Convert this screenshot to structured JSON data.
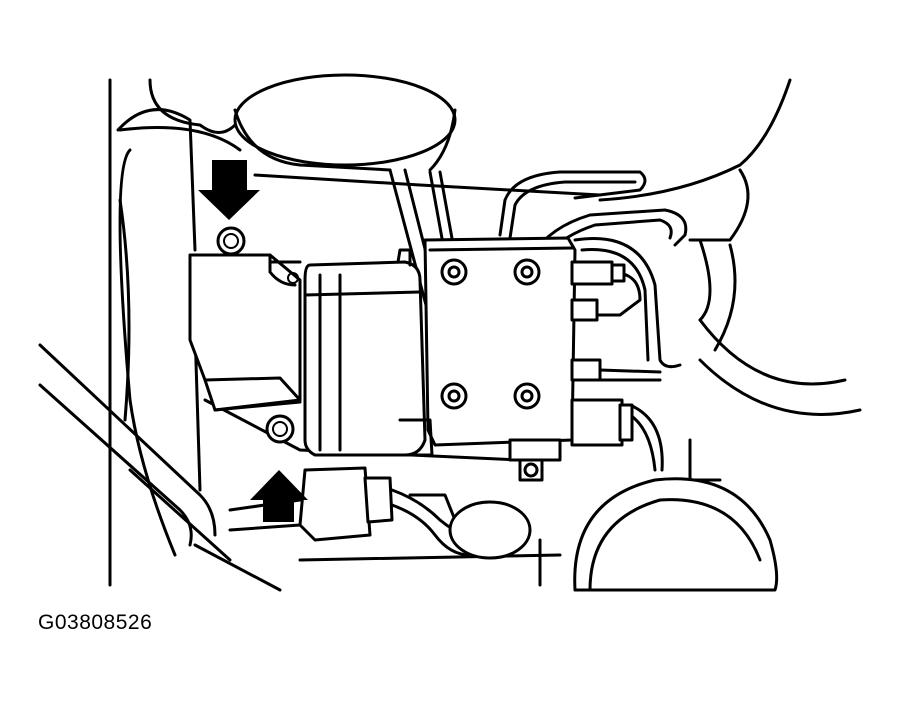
{
  "figure": {
    "code": "G03808526"
  },
  "callouts": [
    {
      "id": "arrow-upper",
      "direction": "down"
    },
    {
      "id": "arrow-lower",
      "direction": "up"
    }
  ],
  "colors": {
    "line": "#000000",
    "background": "#ffffff"
  }
}
